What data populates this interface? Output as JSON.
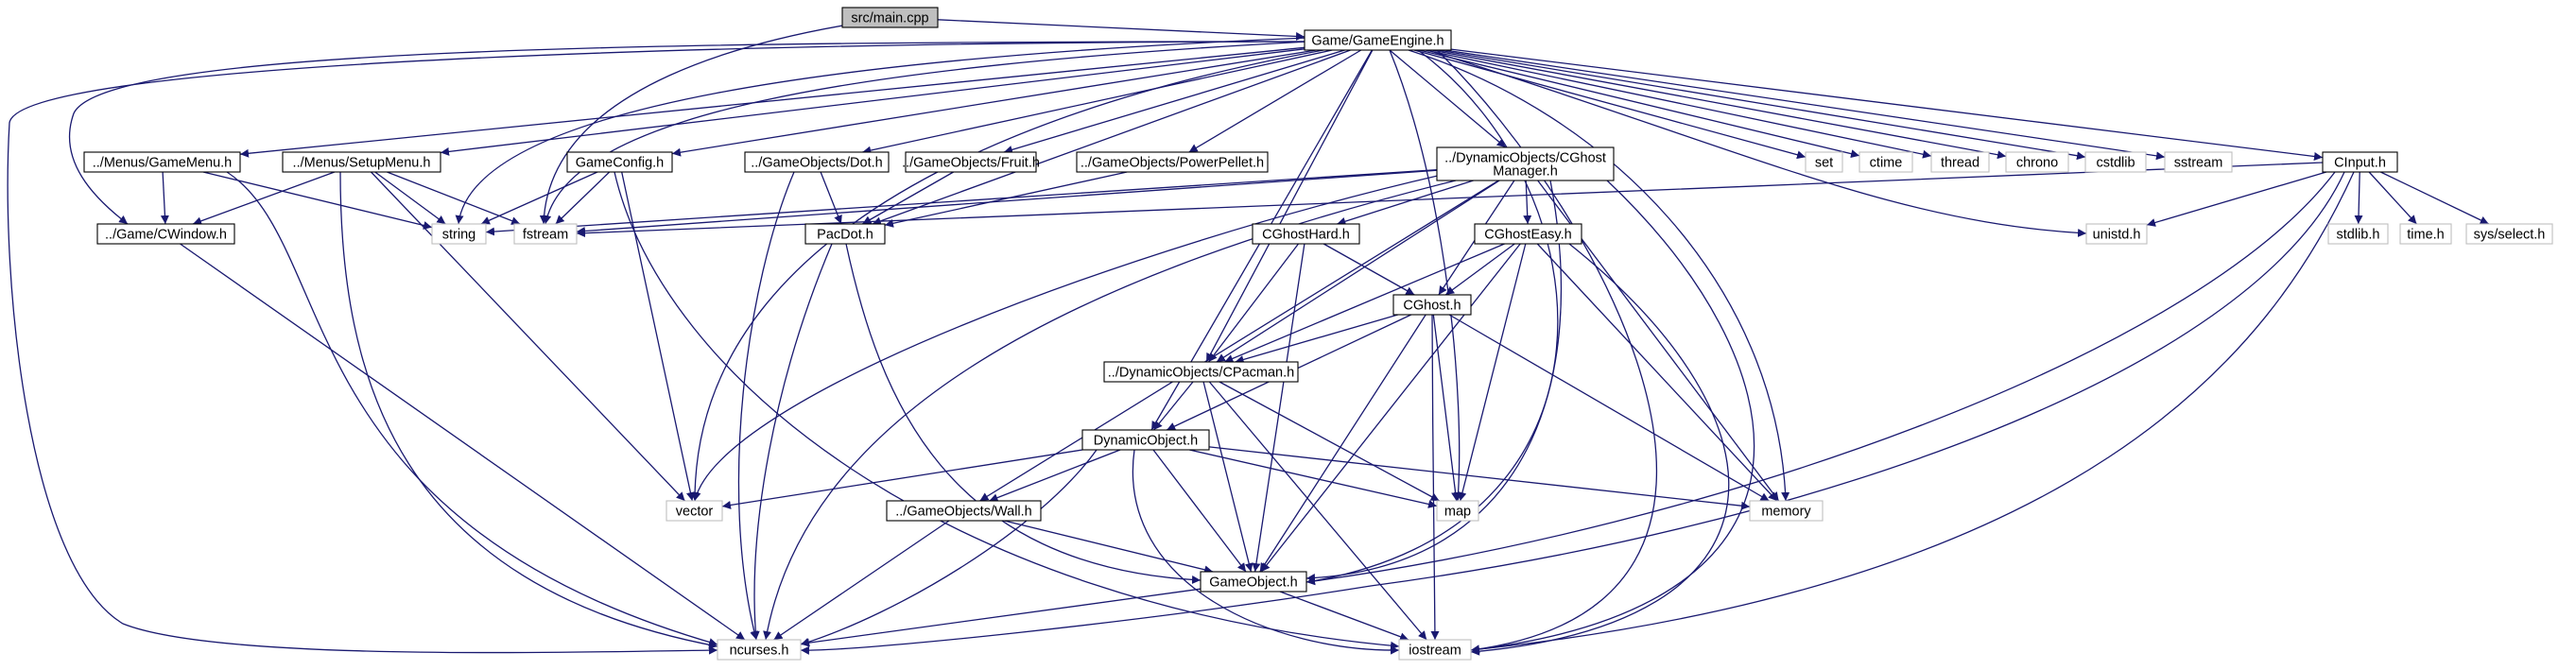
{
  "colors": {
    "edge": "#191970",
    "focus_fill": "#bfbfbf",
    "focus_border": "#000000",
    "node_fill": "#ffffff",
    "node_border": "#000000",
    "system_border": "#bfbfbf",
    "system_text": "#000000"
  },
  "nodes": [
    {
      "id": "main",
      "label": "src/main.cpp",
      "kind": "focus"
    },
    {
      "id": "engine",
      "label": "Game/GameEngine.h",
      "kind": "file"
    },
    {
      "id": "gamemenu",
      "label": "../Menus/GameMenu.h",
      "kind": "file"
    },
    {
      "id": "setupmenu",
      "label": "../Menus/SetupMenu.h",
      "kind": "file"
    },
    {
      "id": "gameconfig",
      "label": "GameConfig.h",
      "kind": "file"
    },
    {
      "id": "dot",
      "label": "../GameObjects/Dot.h",
      "kind": "file"
    },
    {
      "id": "fruit",
      "label": "../GameObjects/Fruit.h",
      "kind": "file"
    },
    {
      "id": "powerpellet",
      "label": "../GameObjects/PowerPellet.h",
      "kind": "file"
    },
    {
      "id": "ghostmanager",
      "label": "../DynamicObjects/CGhost\nManager.h",
      "kind": "file"
    },
    {
      "id": "set",
      "label": "set",
      "kind": "system"
    },
    {
      "id": "ctime",
      "label": "ctime",
      "kind": "system"
    },
    {
      "id": "thread",
      "label": "thread",
      "kind": "system"
    },
    {
      "id": "chrono",
      "label": "chrono",
      "kind": "system"
    },
    {
      "id": "cstdlib",
      "label": "cstdlib",
      "kind": "system"
    },
    {
      "id": "sstream",
      "label": "sstream",
      "kind": "system"
    },
    {
      "id": "cinput",
      "label": "CInput.h",
      "kind": "file"
    },
    {
      "id": "cwindow",
      "label": "../Game/CWindow.h",
      "kind": "file"
    },
    {
      "id": "string",
      "label": "string",
      "kind": "system"
    },
    {
      "id": "fstream",
      "label": "fstream",
      "kind": "system"
    },
    {
      "id": "pacdot",
      "label": "PacDot.h",
      "kind": "file"
    },
    {
      "id": "ghosthard",
      "label": "CGhostHard.h",
      "kind": "file"
    },
    {
      "id": "ghosteasy",
      "label": "CGhostEasy.h",
      "kind": "file"
    },
    {
      "id": "unistd",
      "label": "unistd.h",
      "kind": "system"
    },
    {
      "id": "stdlib",
      "label": "stdlib.h",
      "kind": "system"
    },
    {
      "id": "timeh",
      "label": "time.h",
      "kind": "system"
    },
    {
      "id": "sysselect",
      "label": "sys/select.h",
      "kind": "system"
    },
    {
      "id": "cghost",
      "label": "CGhost.h",
      "kind": "file"
    },
    {
      "id": "cpacman",
      "label": "../DynamicObjects/CPacman.h",
      "kind": "file"
    },
    {
      "id": "dynamicobject",
      "label": "DynamicObject.h",
      "kind": "file"
    },
    {
      "id": "vector",
      "label": "vector",
      "kind": "system"
    },
    {
      "id": "wall",
      "label": "../GameObjects/Wall.h",
      "kind": "file"
    },
    {
      "id": "map",
      "label": "map",
      "kind": "system"
    },
    {
      "id": "memory",
      "label": "memory",
      "kind": "system"
    },
    {
      "id": "gameobject",
      "label": "GameObject.h",
      "kind": "file"
    },
    {
      "id": "ncurses",
      "label": "ncurses.h",
      "kind": "system"
    },
    {
      "id": "iostream",
      "label": "iostream",
      "kind": "system"
    }
  ],
  "edges": [
    [
      "main",
      "engine"
    ],
    [
      "main",
      "fstream"
    ],
    [
      "engine",
      "gamemenu"
    ],
    [
      "engine",
      "setupmenu"
    ],
    [
      "engine",
      "gameconfig"
    ],
    [
      "engine",
      "dot"
    ],
    [
      "engine",
      "fruit"
    ],
    [
      "engine",
      "powerpellet"
    ],
    [
      "engine",
      "ghostmanager"
    ],
    [
      "engine",
      "set"
    ],
    [
      "engine",
      "ctime"
    ],
    [
      "engine",
      "thread"
    ],
    [
      "engine",
      "chrono"
    ],
    [
      "engine",
      "cstdlib"
    ],
    [
      "engine",
      "sstream"
    ],
    [
      "engine",
      "cinput"
    ],
    [
      "engine",
      "cwindow"
    ],
    [
      "engine",
      "string"
    ],
    [
      "engine",
      "fstream"
    ],
    [
      "engine",
      "vector"
    ],
    [
      "engine",
      "pacdot"
    ],
    [
      "engine",
      "cpacman"
    ],
    [
      "engine",
      "dynamicobject"
    ],
    [
      "engine",
      "map"
    ],
    [
      "engine",
      "memory"
    ],
    [
      "engine",
      "gameobject"
    ],
    [
      "engine",
      "unistd"
    ],
    [
      "engine",
      "ncurses"
    ],
    [
      "engine",
      "iostream"
    ],
    [
      "gamemenu",
      "cwindow"
    ],
    [
      "gamemenu",
      "string"
    ],
    [
      "gamemenu",
      "ncurses"
    ],
    [
      "setupmenu",
      "cwindow"
    ],
    [
      "setupmenu",
      "string"
    ],
    [
      "setupmenu",
      "fstream"
    ],
    [
      "setupmenu",
      "vector"
    ],
    [
      "setupmenu",
      "ncurses"
    ],
    [
      "gameconfig",
      "string"
    ],
    [
      "gameconfig",
      "fstream"
    ],
    [
      "gameconfig",
      "vector"
    ],
    [
      "gameconfig",
      "iostream"
    ],
    [
      "dot",
      "pacdot"
    ],
    [
      "dot",
      "ncurses"
    ],
    [
      "fruit",
      "pacdot"
    ],
    [
      "powerpellet",
      "pacdot"
    ],
    [
      "ghostmanager",
      "string"
    ],
    [
      "ghostmanager",
      "fstream"
    ],
    [
      "ghostmanager",
      "vector"
    ],
    [
      "ghostmanager",
      "ncurses"
    ],
    [
      "ghostmanager",
      "wall"
    ],
    [
      "ghostmanager",
      "cpacman"
    ],
    [
      "ghostmanager",
      "ghosthard"
    ],
    [
      "ghostmanager",
      "ghosteasy"
    ],
    [
      "ghostmanager",
      "cghost"
    ],
    [
      "ghostmanager",
      "memory"
    ],
    [
      "ghostmanager",
      "gameobject"
    ],
    [
      "ghostmanager",
      "iostream"
    ],
    [
      "cwindow",
      "ncurses"
    ],
    [
      "pacdot",
      "gameobject"
    ],
    [
      "pacdot",
      "ncurses"
    ],
    [
      "ghosthard",
      "cghost"
    ],
    [
      "ghosthard",
      "cpacman"
    ],
    [
      "ghosthard",
      "gameobject"
    ],
    [
      "ghosteasy",
      "cghost"
    ],
    [
      "ghosteasy",
      "cpacman"
    ],
    [
      "ghosteasy",
      "map"
    ],
    [
      "ghosteasy",
      "memory"
    ],
    [
      "ghosteasy",
      "gameobject"
    ],
    [
      "ghosteasy",
      "iostream"
    ],
    [
      "cghost",
      "cpacman"
    ],
    [
      "cghost",
      "dynamicobject"
    ],
    [
      "cghost",
      "map"
    ],
    [
      "cghost",
      "memory"
    ],
    [
      "cghost",
      "gameobject"
    ],
    [
      "cghost",
      "iostream"
    ],
    [
      "cpacman",
      "dynamicobject"
    ],
    [
      "cpacman",
      "map"
    ],
    [
      "cpacman",
      "gameobject"
    ],
    [
      "cpacman",
      "iostream"
    ],
    [
      "dynamicobject",
      "vector"
    ],
    [
      "dynamicobject",
      "wall"
    ],
    [
      "dynamicobject",
      "map"
    ],
    [
      "dynamicobject",
      "memory"
    ],
    [
      "dynamicobject",
      "gameobject"
    ],
    [
      "dynamicobject",
      "ncurses"
    ],
    [
      "dynamicobject",
      "iostream"
    ],
    [
      "wall",
      "gameobject"
    ],
    [
      "wall",
      "ncurses"
    ],
    [
      "gameobject",
      "ncurses"
    ],
    [
      "gameobject",
      "iostream"
    ],
    [
      "cinput",
      "fstream"
    ],
    [
      "cinput",
      "unistd"
    ],
    [
      "cinput",
      "stdlib"
    ],
    [
      "cinput",
      "timeh"
    ],
    [
      "cinput",
      "sysselect"
    ],
    [
      "cinput",
      "gameobject"
    ],
    [
      "cinput",
      "ncurses"
    ],
    [
      "cinput",
      "iostream"
    ]
  ]
}
